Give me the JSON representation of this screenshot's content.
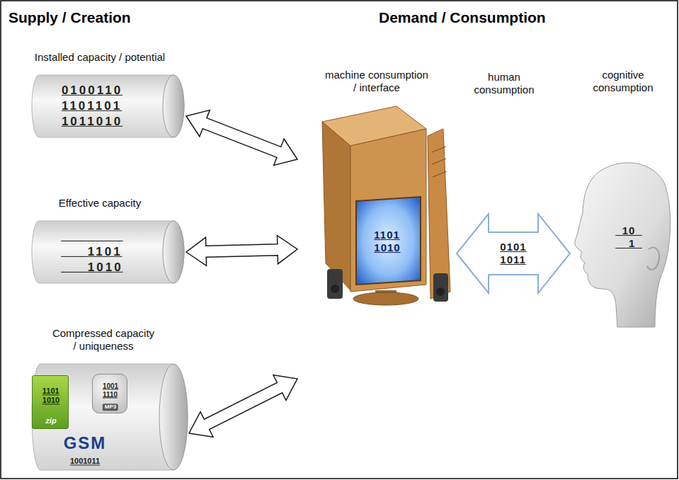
{
  "diagram": {
    "nodes": [
      {
        "text": [
          "Installed capacity / potential",
          "0100110 1101101 1011010"
        ]
      },
      {
        "text": [
          "Effective capacity",
          "_______ ___1101 ___1010"
        ]
      },
      {
        "text": [
          "Compressed capacity / uniqueness"
        ]
      },
      {
        "text": [
          "1101 1010",
          "zip"
        ],
        "in": 2
      },
      {
        "text": [
          "1001 1110",
          "MP3"
        ],
        "in": 2
      },
      {
        "text": [
          "GSM",
          "1001011"
        ],
        "in": 2
      },
      {
        "text": [
          "machine consumption / interface",
          "1101 1010"
        ]
      },
      {
        "text": [
          "cognitive consumption",
          "_10_ __1_"
        ]
      }
    ],
    "edges": [
      {
        "from": 0,
        "to": 6,
        "arrow": "both"
      },
      {
        "from": 1,
        "to": 6,
        "arrow": "both"
      },
      {
        "from": 2,
        "to": 6,
        "arrow": "both"
      },
      {
        "from": 6,
        "to": 7,
        "arrow": "both",
        "label": "0101 1011"
      }
    ],
    "labels": [
      "Supply / Creation",
      "Demand / Consumption",
      "human consumption"
    ]
  }
}
